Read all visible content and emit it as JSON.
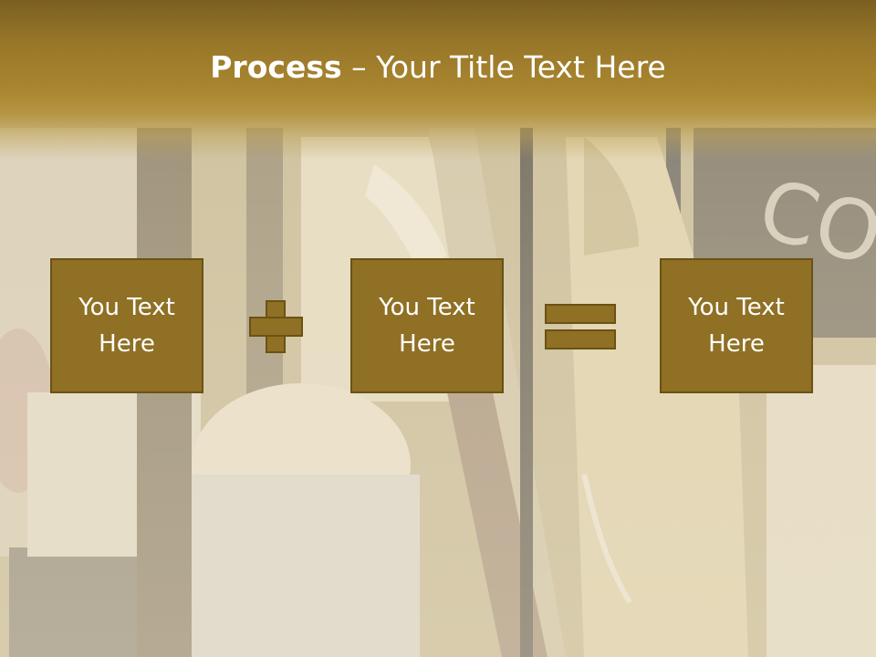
{
  "title": {
    "bold": "Process",
    "rest": " – Your Title Text Here"
  },
  "boxes": [
    {
      "line1": "You Text",
      "line2": "Here"
    },
    {
      "line1": "You Text",
      "line2": "Here"
    },
    {
      "line1": "You Text",
      "line2": "Here"
    }
  ],
  "operators": [
    "plus",
    "equals"
  ],
  "colors": {
    "accent": "#8f7024",
    "accent_border": "#6b5214",
    "title_band": "#977629",
    "text": "#ffffff"
  }
}
